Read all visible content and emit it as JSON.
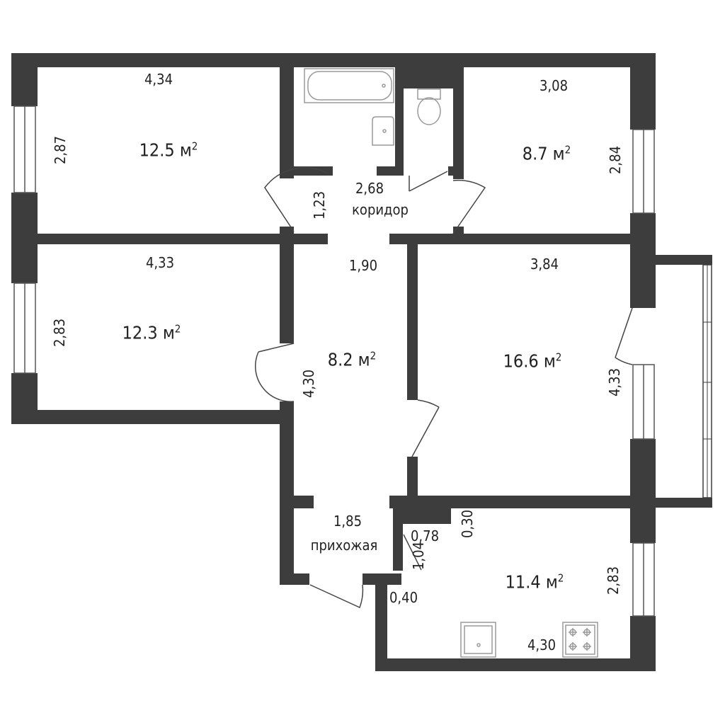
{
  "rooms": {
    "r1": {
      "area": "12.5 м",
      "width": "4,34",
      "height": "2,87"
    },
    "r2": {
      "area": "12.3 м",
      "width": "4,33",
      "height": "2,83"
    },
    "r3": {
      "area": "8.7 м",
      "width": "3,08",
      "height": "2,84"
    },
    "r4": {
      "area": "16.6 м",
      "width": "3,84",
      "height": "4,33"
    },
    "r5": {
      "area": "8.2 м",
      "width": "1,90",
      "height": "4,30"
    },
    "kitchen": {
      "area": "11.4 м",
      "width": "4,30",
      "height": "2,83",
      "niche_w": "0,78",
      "niche_h": "0,30",
      "offset": "0,40"
    },
    "corridor": {
      "name": "коридор",
      "width": "2,68",
      "height": "1,23"
    },
    "hallway": {
      "name": "прихожая",
      "width": "1,85",
      "height": "1,04"
    }
  },
  "unit_power": "2",
  "colors": {
    "wall": "#3d3d3d",
    "fixture": "#9a9a9a",
    "door": "#444444"
  }
}
